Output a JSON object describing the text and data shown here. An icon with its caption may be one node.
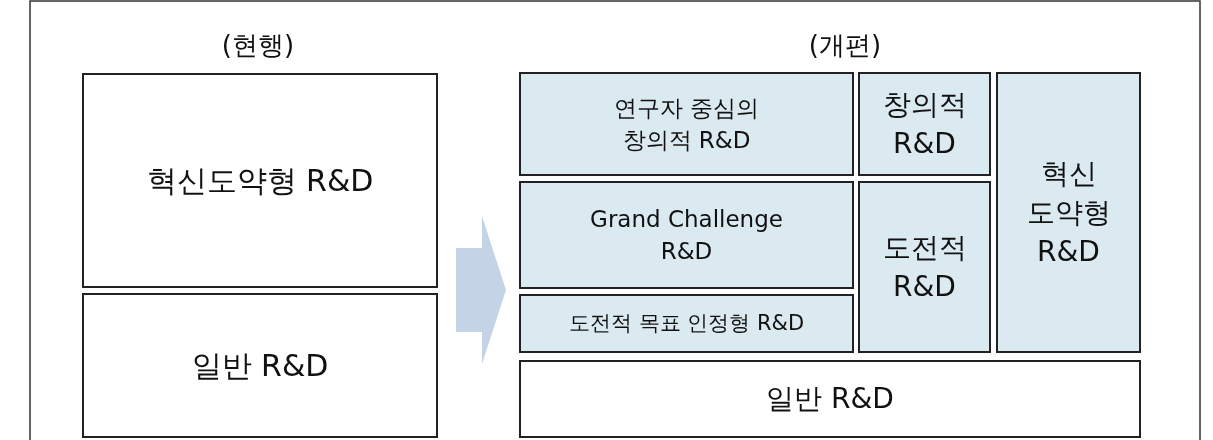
{
  "diagram": {
    "nodes": [
      {
        "text": [
          "혁신도약형 R&D"
        ]
      },
      {
        "text": [
          "일반 R&D"
        ]
      },
      {
        "text": [
          "연구자 중심의 창의적 R&D"
        ]
      },
      {
        "text": [
          "창의적 R&D"
        ]
      },
      {
        "text": [
          "혁신 도약형 R&D"
        ]
      },
      {
        "text": [
          "Grand Challenge R&D"
        ]
      },
      {
        "text": [
          "도전적 R&D"
        ]
      },
      {
        "text": [
          "도전적 목표 인정형 R&D"
        ]
      },
      {
        "text": [
          "일반 R&D"
        ]
      }
    ],
    "edges": [
      {
        "from": 0,
        "to": 5,
        "arrow": "to"
      }
    ],
    "labels": [
      "(현행)",
      "(개편)"
    ]
  }
}
